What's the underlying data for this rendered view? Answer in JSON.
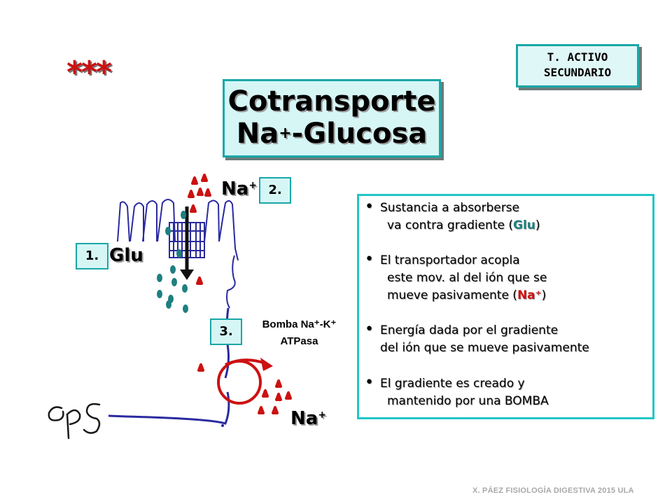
{
  "stars": "***",
  "badge": {
    "line1": "T.  ACTIVO",
    "line2": "SECUNDARIO"
  },
  "title": {
    "line1": "Cotransporte",
    "line2_prefix": "Na",
    "line2_sup": "+",
    "line2_suffix": "-Glucosa"
  },
  "labels": {
    "num1": "1.",
    "num2": "2.",
    "num3": "3.",
    "glu": "Glu",
    "na_top": "Na",
    "na_top_sup": "+",
    "na_bottom": "Na",
    "na_bottom_sup": "+",
    "pump_line1": "Bomba Na⁺-K⁺",
    "pump_line2": "ATPasa"
  },
  "bullets": [
    {
      "l1_a": "Sustancia a absorberse",
      "l2_a": "va contra gradiente (",
      "l2_hl": "Glu",
      "l2_b": ")"
    },
    {
      "l1_a": "El transportador acopla",
      "l2_a": "este mov. al del ión que se",
      "l3_a": "mueve pasivamente (",
      "l3_hl": "Na⁺",
      "l3_b": ")"
    },
    {
      "l1_a": "Energía dada por el gradiente",
      "l2_a": "del ión que se mueve pasivamente"
    },
    {
      "l1_a": "El gradiente es creado y",
      "l2_a": "mantenido por una BOMBA"
    }
  ],
  "footer": "X. PÁEZ   FISIOLOGÍA DIGESTIVA 2015  ULA",
  "colors": {
    "accent": "#1aa7a7",
    "sodium": "#cc1111",
    "glucose": "#1f7f7f",
    "outline": "#2a2aa0"
  }
}
